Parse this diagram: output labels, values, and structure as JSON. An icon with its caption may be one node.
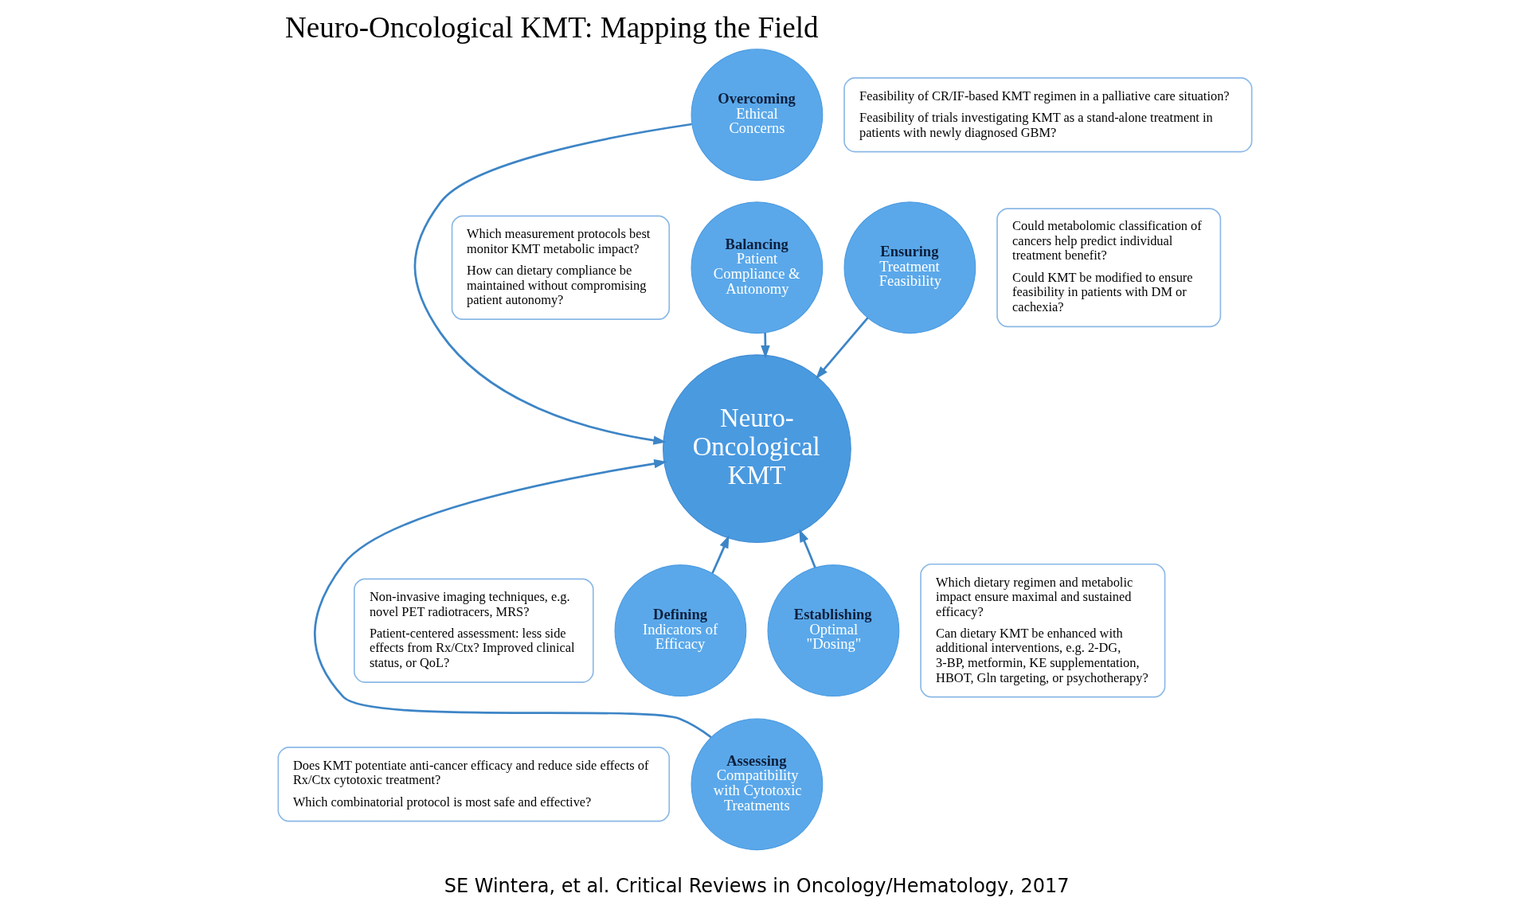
{
  "diagram": {
    "title": "Neuro-Oncological KMT: Mapping the Field",
    "caption": "SE Wintera, et al. Critical Reviews in Oncology/Hematology, 2017",
    "nodes": [
      {
        "text": [
          "Neuro-Oncological KMT"
        ]
      },
      {
        "text": [
          "Overcoming",
          "Ethical Concerns"
        ]
      },
      {
        "text": [
          "Ensuring",
          "Treatment Feasibility"
        ]
      },
      {
        "text": [
          "Establishing",
          "Optimal \"Dosing\""
        ]
      },
      {
        "text": [
          "Assessing",
          "Compatibility with Cytotoxic Treatments"
        ]
      },
      {
        "text": [
          "Defining",
          "Indicators of Efficacy"
        ]
      },
      {
        "text": [
          "Balancing",
          "Patient Compliance & Autonomy"
        ]
      },
      {
        "text": [
          "Feasibility of CR/IF-based KMT regimen in a palliative care situation?",
          "Feasibility of trials investigating KMT as a stand-alone treatment in patients with newly diagnosed GBM?"
        ]
      },
      {
        "text": [
          "Could metabolomic classification of cancers help predict individual treatment benefit?",
          "Could KMT be modified to ensure feasibility in patients with DM or cachexia?"
        ]
      },
      {
        "text": [
          "Which dietary regimen and metabolic impact ensure maximal and sustained efficacy?",
          "Can dietary KMT be enhanced with additional interventions, e.g. 2-DG, 3-BP, metformin, KE supplementation, HBOT, Gln targeting, or psychotherapy?"
        ]
      },
      {
        "text": [
          "Does KMT potentiate anti-cancer efficacy and reduce side effects of Rx/Ctx cytotoxic treatment?",
          "Which combinatorial protocol is most safe and effective?"
        ]
      },
      {
        "text": [
          "Non-invasive imaging techniques, e.g. novel PET radiotracers, MRS?",
          "Patient-centered assessment: less side effects from Rx/Ctx? Improved clinical status, or QoL?"
        ]
      },
      {
        "text": [
          "Which measurement protocols best monitor KMT metabolic impact?",
          "How can dietary compliance be maintained without compromising patient autonomy?"
        ]
      }
    ],
    "edges": [
      {
        "from": 1,
        "to": 0,
        "arrow": "to"
      },
      {
        "from": 2,
        "to": 0,
        "arrow": "to"
      },
      {
        "from": 3,
        "to": 0,
        "arrow": "to"
      },
      {
        "from": 4,
        "to": 0,
        "arrow": "to"
      },
      {
        "from": 5,
        "to": 0,
        "arrow": "to"
      },
      {
        "from": 6,
        "to": 0,
        "arrow": "to"
      }
    ]
  }
}
